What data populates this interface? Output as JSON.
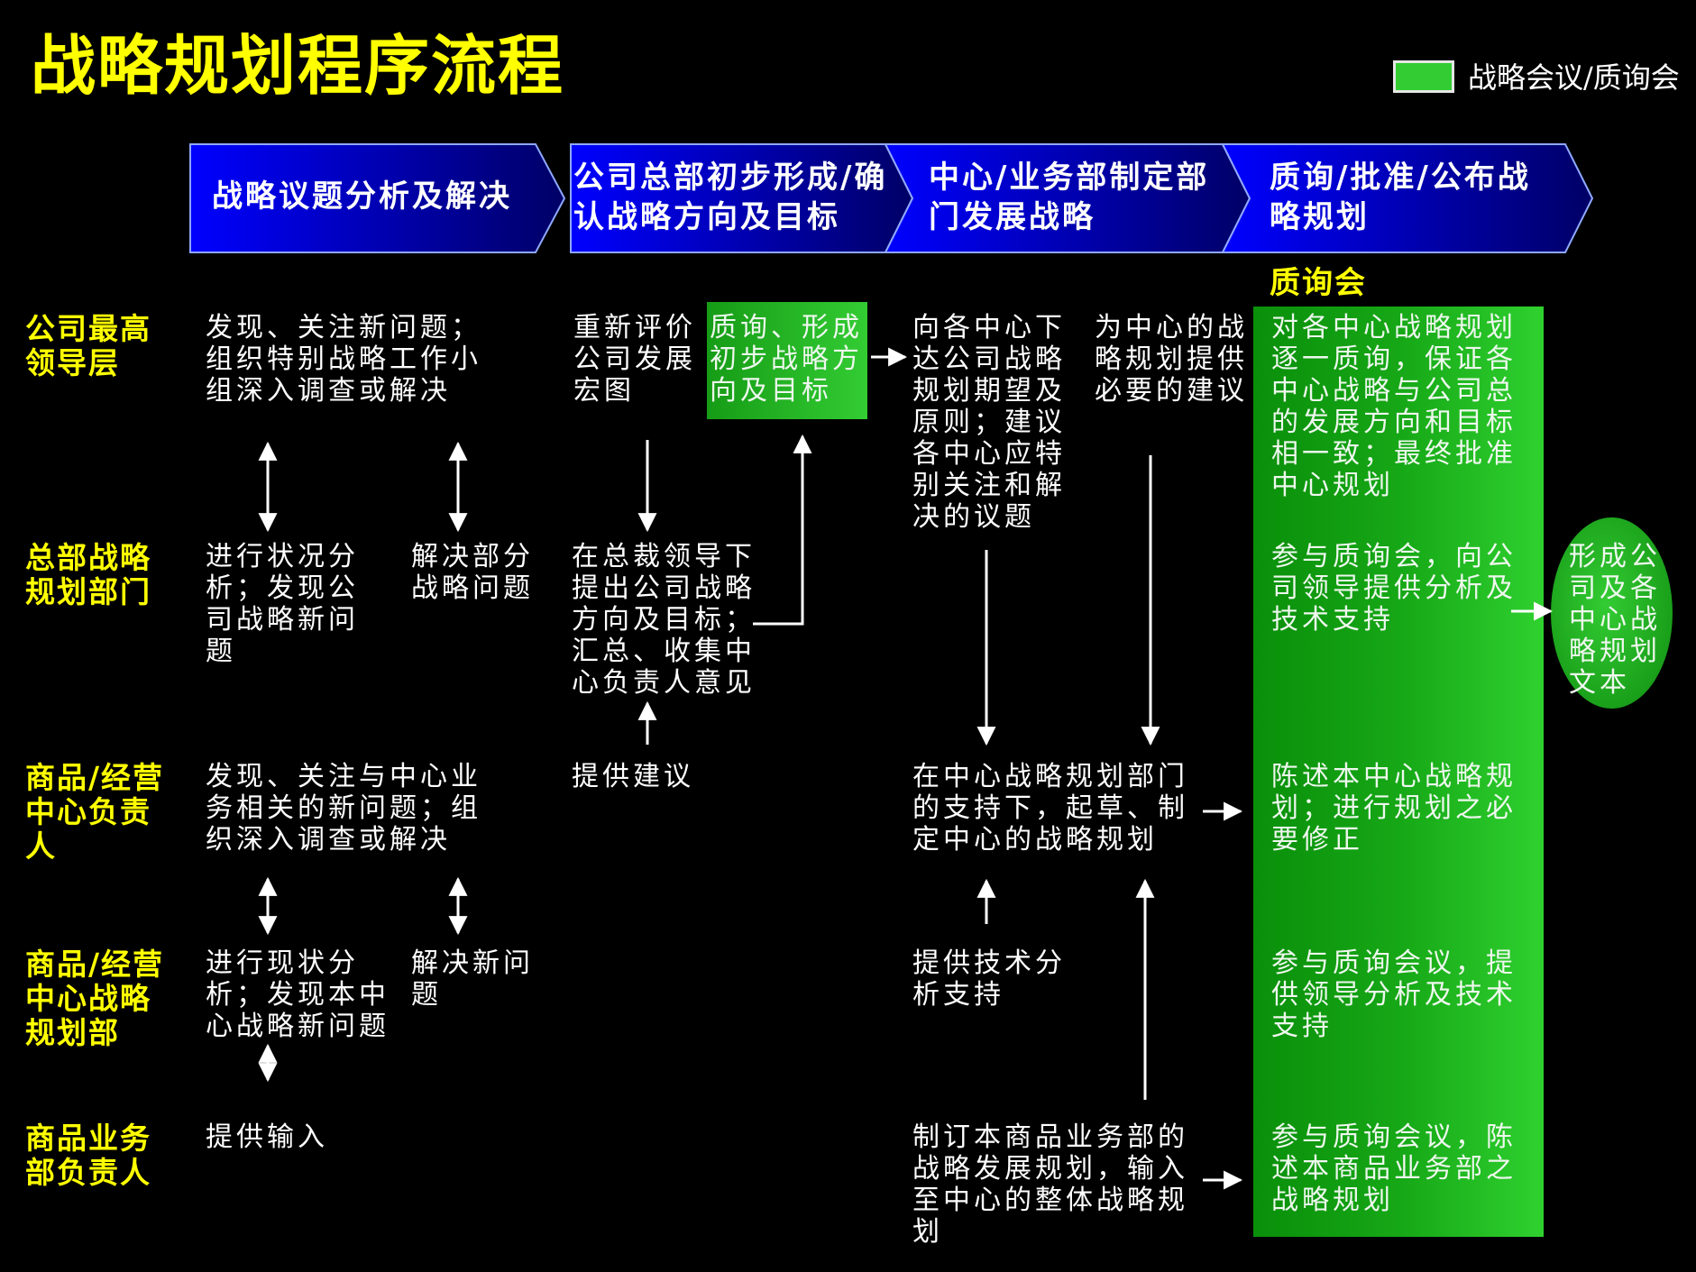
{
  "title": "战略规划程序流程",
  "legend": {
    "label": "战略会议/质询会",
    "color": "#33cc33"
  },
  "phases": [
    "战略议题分析及解决",
    "公司总部初步形成/确认战略方向及目标",
    "中心/业务部制定部门发展战略",
    "质询/批准/公布战略规划"
  ],
  "meeting_label": "质询会",
  "rows": [
    "公司最高领导层",
    "总部战略规划部门",
    "商品/经营中心负责人",
    "商品/经营中心战略规划部",
    "商品业务部负责人"
  ],
  "cells": {
    "r1_c1": "发现、关注新问题；组织特别战略工作小组深入调查或解决",
    "r1_c2a": "重新评价公司发展宏图",
    "r1_c2b": "质询、形成初步战略方向及目标",
    "r1_c3a": "向各中心下达公司战略规划期望及原则；建议各中心应特别关注和解决的议题",
    "r1_c3b": "为中心的战略规划提供必要的建议",
    "r1_c4": "对各中心战略规划逐一质询，保证各中心战略与公司总的发展方向和目标相一致；最终批准中心规划",
    "r2_c1a": "进行状况分析；发现公司战略新问题",
    "r2_c1b": "解决部分战略问题",
    "r2_c2": "在总裁领导下提出公司战略方向及目标；汇总、收集中心负责人意见",
    "r2_c4": "参与质询会，向公司领导提供分析及技术支持",
    "outcome": "形成公司及各中心战略规划文本",
    "r3_c1": "发现、关注与中心业务相关的新问题；组织深入调查或解决",
    "r3_c2": "提供建议",
    "r3_c3": "在中心战略规划部门的支持下，起草、制定中心的战略规划",
    "r3_c4": "陈述本中心战略规划；进行规划之必要修正",
    "r4_c1a": "进行现状分析；发现本中心战略新问题",
    "r4_c1b": "解决新问题",
    "r4_c3": "提供技术分析支持",
    "r4_c4": "参与质询会议，提供领导分析及技术支持",
    "r5_c1": "提供输入",
    "r5_c3": "制订本商品业务部的战略发展规划，输入至中心的整体战略规划",
    "r5_c4": "参与质询会议，陈述本商品业务部之战略规划"
  },
  "colors": {
    "title": "#ffff00",
    "phase_fill": "#0000ff",
    "meeting_fill": "#33cc33",
    "text": "#ffffff"
  }
}
